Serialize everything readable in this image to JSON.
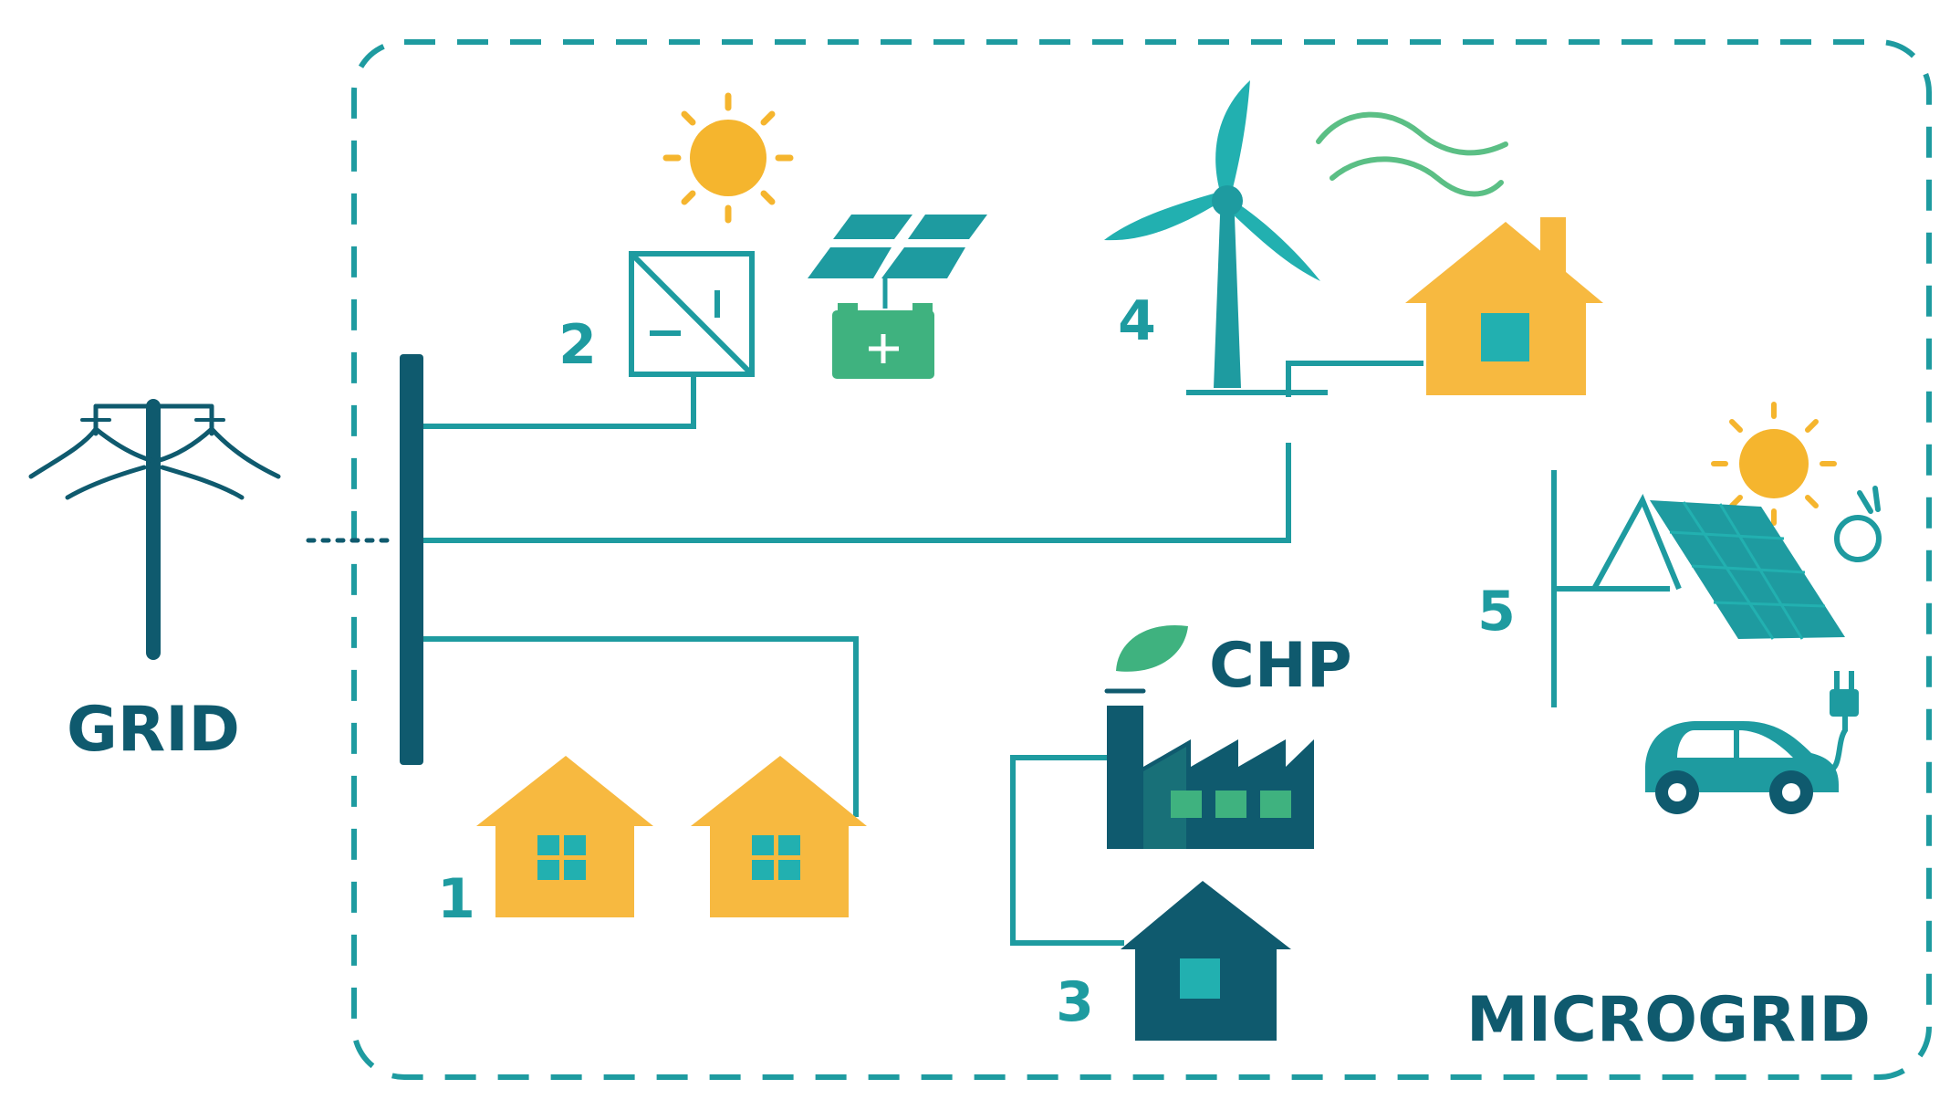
{
  "labels": {
    "grid": "GRID",
    "microgrid": "MICROGRID",
    "chp": "CHP",
    "n1": "1",
    "n2": "2",
    "n3": "3",
    "n4": "4",
    "n5": "5"
  },
  "colors": {
    "dark_teal": "#0f5a6e",
    "teal": "#1e9ba0",
    "bright_teal": "#22b0b0",
    "yellow": "#f7b940",
    "sun": "#f5b52e",
    "green": "#3fb27f",
    "green_light": "#5bbf85"
  }
}
